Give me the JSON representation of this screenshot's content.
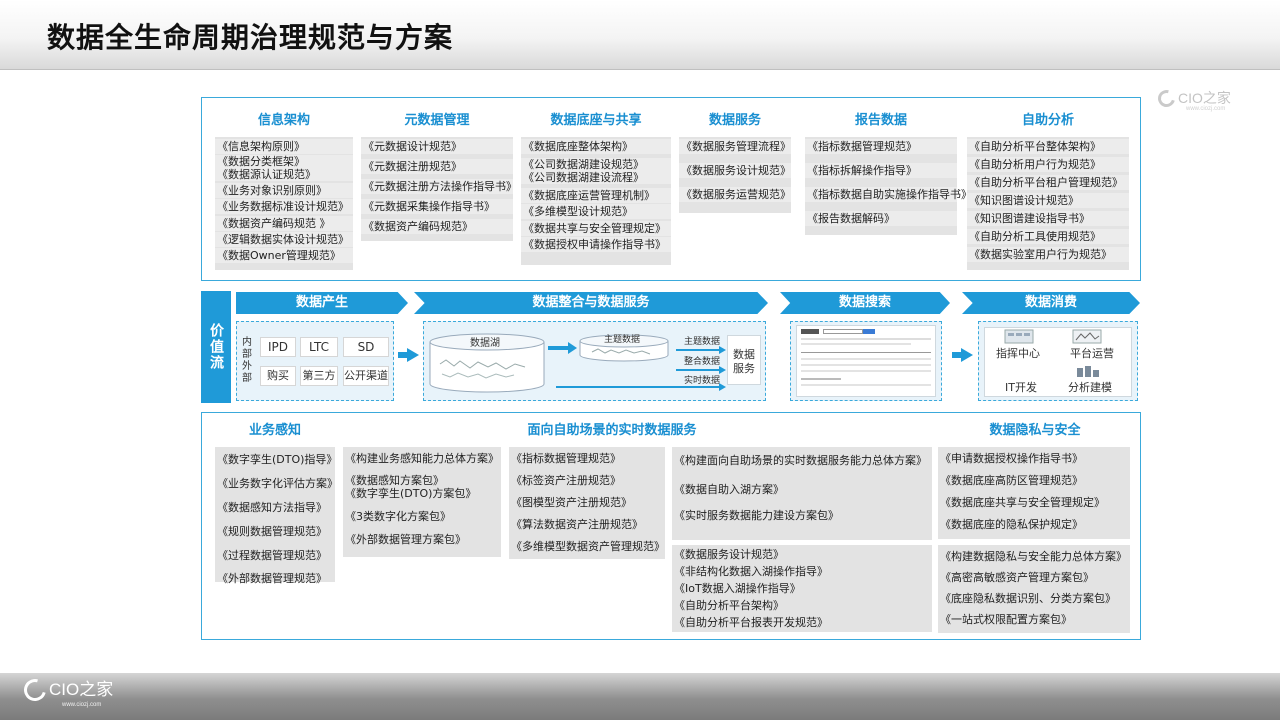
{
  "slide_title": "数据全生命周期治理规范与方案",
  "logo": {
    "name": "CIO之家",
    "url": "www.ciozj.com"
  },
  "top_columns": [
    {
      "title": "信息架构",
      "items": [
        "《信息架构原则》",
        "《数据分类框架》",
        "《数据源认证规范》",
        "《业务对象识别原则》",
        "《业务数据标准设计规范》",
        "《数据资产编码规范 》",
        "《逻辑数据实体设计规范》",
        "《数据Owner管理规范》"
      ]
    },
    {
      "title": "元数据管理",
      "items": [
        "《元数据设计规范》",
        "《元数据注册规范》",
        "《元数据注册方法操作指导书》",
        "《元数据采集操作指导书》",
        "《数据资产编码规范》"
      ]
    },
    {
      "title": "数据底座与共享",
      "items": [
        "《数据底座整体架构》",
        "《公司数据湖建设规范》",
        "《公司数据湖建设流程》",
        "《数据底座运营管理机制》",
        "《多维模型设计规范》",
        "《数据共享与安全管理规定》",
        "《数据授权申请操作指导书》"
      ]
    },
    {
      "title": "数据服务",
      "items": [
        "《数据服务管理流程》",
        "《数据服务设计规范》",
        "《数据服务运营规范》"
      ]
    },
    {
      "title": "报告数据",
      "items": [
        "《指标数据管理规范》",
        "《指标拆解操作指导》",
        "《指标数据自助实施操作指导书》",
        "《报告数据解码》"
      ]
    },
    {
      "title": "自助分析",
      "items": [
        "《自助分析平台整体架构》",
        "《自助分析用户行为规范》",
        "《自助分析平台租户管理规范》",
        "《知识图谱设计规范》",
        "《知识图谱建设指导书》",
        "《自助分析工具使用规范》",
        "《数据实验室用户行为规范》"
      ]
    }
  ],
  "value_stream": {
    "label": "价值流",
    "stages": [
      "数据产生",
      "数据整合与数据服务",
      "数据搜索",
      "数据消费"
    ],
    "inner_label": "内部",
    "outer_label": "外部",
    "inner_sources": [
      "IPD",
      "LTC",
      "SD"
    ],
    "outer_sources": [
      "购买",
      "第三方",
      "公开渠道"
    ],
    "lake": "数据湖",
    "theme": "主题数据",
    "theme_out": "主题数据",
    "join_out": "整合数据",
    "realtime_out": "实时数据",
    "service": "数据服务",
    "consume": [
      "指挥中心",
      "平台运营",
      "IT开发",
      "分析建模"
    ]
  },
  "bottom": {
    "sec1_title": "业务感知",
    "sec2_title": "面向自助场景的实时数据服务",
    "sec3_title": "数据隐私与安全",
    "col1": [
      "《数字孪生(DTO)指导》",
      "《业务数字化评估方案》",
      "《数据感知方法指导》",
      "《规则数据管理规范》",
      "《过程数据管理规范》",
      "《外部数据管理规范》"
    ],
    "col2": [
      "《构建业务感知能力总体方案》",
      "《数据感知方案包》",
      "《数字孪生(DTO)方案包》",
      "《3类数字化方案包》",
      "《外部数据管理方案包》"
    ],
    "col3": [
      "《指标数据管理规范》",
      "《标签资产注册规范》",
      "《图模型资产注册规范》",
      "《算法数据资产注册规范》",
      "《多维模型数据资产管理规范》"
    ],
    "col4a": [
      "《构建面向自助场景的实时数据服务能力总体方案》",
      "《数据自助入湖方案》",
      "《实时服务数据能力建设方案包》"
    ],
    "col4b": [
      "《数据服务设计规范》",
      "《非结构化数据入湖操作指导》",
      "《IoT数据入湖操作指导》",
      "《自助分析平台架构》",
      "《自助分析平台报表开发规范》"
    ],
    "col5a": [
      "《申请数据授权操作指导书》",
      "《数据底座高防区管理规范》",
      "《数据底座共享与安全管理规定》",
      "《数据底座的隐私保护规定》"
    ],
    "col5b": [
      "《构建数据隐私与安全能力总体方案》",
      "《高密高敏感资产管理方案包》",
      "《底座隐私数据识别、分类方案包》",
      "《一站式权限配置方案包》"
    ]
  },
  "colors": {
    "accent": "#1f9ad8",
    "heading": "#1a8fd1",
    "border": "#3aa9db",
    "item_bg": "#e3e3e3"
  }
}
